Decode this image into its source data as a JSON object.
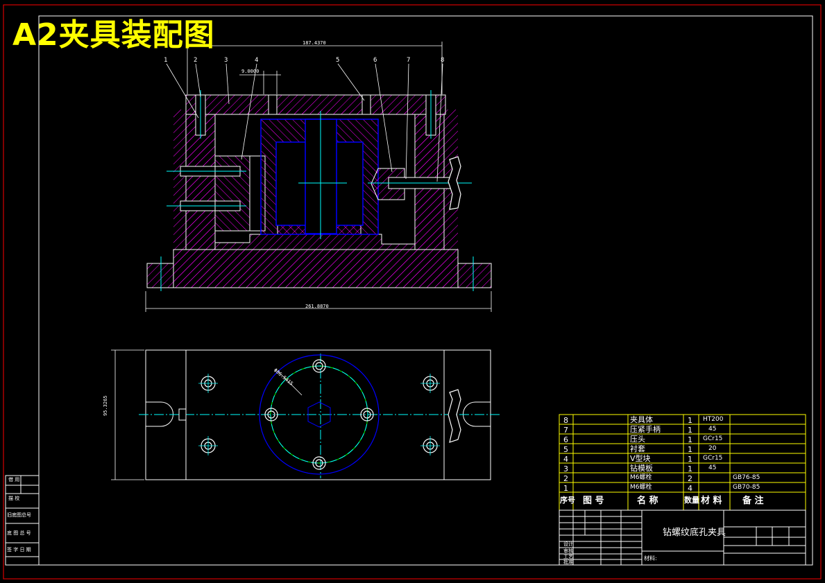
{
  "title": "A2夹具装配图",
  "colors": {
    "background": "#000000",
    "frame": "#ff0000",
    "hatch": "#ff00ff",
    "title": "#ffff00",
    "outline": "#ffffff",
    "blue": "#0000ff",
    "cyan": "#00ffff",
    "green": "#00ff00",
    "bom_grid": "#ffff00"
  },
  "callouts": [
    "1",
    "2",
    "3",
    "4",
    "5",
    "6",
    "7",
    "8"
  ],
  "dimensions": {
    "top_width": "187.4370",
    "offset": "9.0000",
    "base_width": "261.8870",
    "height_left": "95.3265",
    "circle_dia": "Φ86.5415"
  },
  "bom": {
    "rows": [
      {
        "no": "8",
        "name": "夹具体",
        "qty": "1",
        "material": "HT200",
        "note": ""
      },
      {
        "no": "7",
        "name": "压紧手柄",
        "qty": "1",
        "material": "45",
        "note": ""
      },
      {
        "no": "6",
        "name": "压头",
        "qty": "1",
        "material": "GCr15",
        "note": ""
      },
      {
        "no": "5",
        "name": "衬套",
        "qty": "1",
        "material": "20",
        "note": ""
      },
      {
        "no": "4",
        "name": "V型块",
        "qty": "1",
        "material": "GCr15",
        "note": ""
      },
      {
        "no": "3",
        "name": "钻模板",
        "qty": "1",
        "material": "45",
        "note": ""
      },
      {
        "no": "2",
        "name": "M6螺栓",
        "qty": "2",
        "material": "",
        "note": "GB76-85"
      },
      {
        "no": "1",
        "name": "M6螺栓",
        "qty": "4",
        "material": "",
        "note": "GB70-85"
      }
    ],
    "header": {
      "no": "序号",
      "code": "图 号",
      "name": "名 称",
      "qty": "数量",
      "material": "材 料",
      "note": "备 注"
    }
  },
  "titleblock": {
    "drawing_name": "钻螺纹底孔夹具",
    "left_cells": [
      "设计",
      "审核",
      "工艺",
      "批准"
    ],
    "note_label": "材料:"
  },
  "side_strip": [
    "借 用",
    "描 校",
    "旧底图总号",
    "底 图 总 号",
    "签 字 日 期"
  ]
}
